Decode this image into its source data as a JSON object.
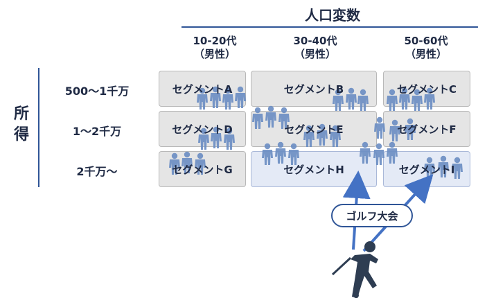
{
  "header": {
    "title": "人口変数"
  },
  "age_columns": [
    {
      "range": "10-20代",
      "gender": "（男性）"
    },
    {
      "range": "30-40代",
      "gender": "（男性）"
    },
    {
      "range": "50-60代",
      "gender": "（男性）"
    }
  ],
  "income_axis": {
    "label": "所得"
  },
  "income_rows": [
    "500～1千万",
    "1～2千万",
    "2千万～"
  ],
  "segments": [
    "セグメントA",
    "セグメントB",
    "セグメントC",
    "セグメントD",
    "セグメントE",
    "セグメントF",
    "セグメントG",
    "セグメントH",
    "セグメントI"
  ],
  "event": {
    "label": "ゴルフ大会"
  },
  "colors": {
    "accent": "#2f5597",
    "person": "#6d8fc4",
    "cell": "#e5e5e5",
    "cell_highlight": "#e4eaf6",
    "text": "#1f2a44"
  },
  "icons": {
    "people": "person-icon",
    "golfer": "golfer-icon"
  }
}
